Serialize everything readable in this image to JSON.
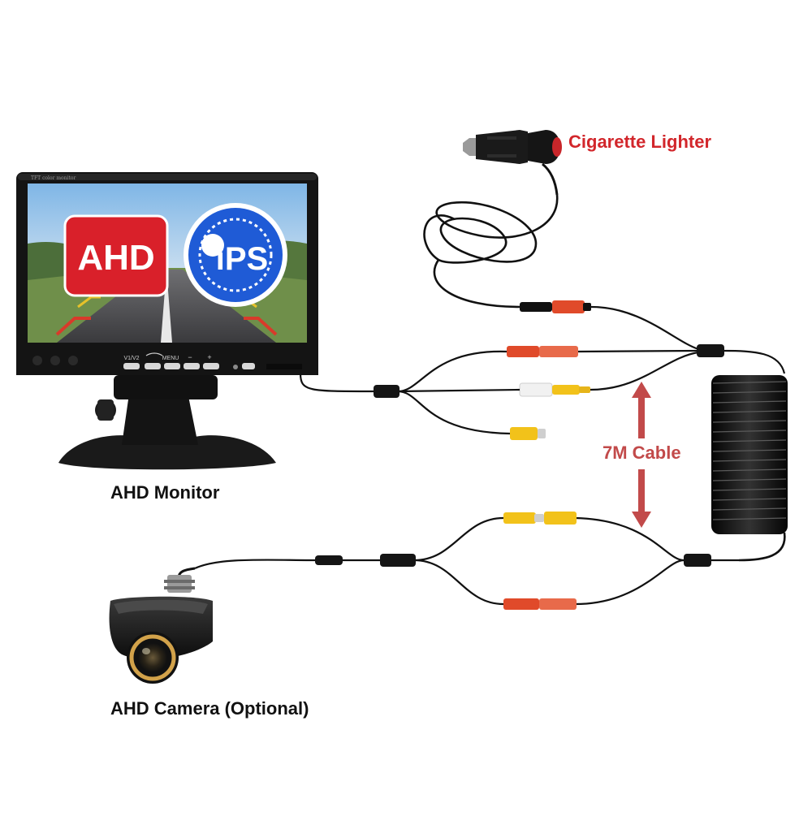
{
  "labels": {
    "monitor": "AHD Monitor",
    "camera": "AHD Camera (Optional)",
    "cigarette_lighter": "Cigarette Lighter",
    "cable_length": "7M Cable"
  },
  "monitor": {
    "bezel_text": "TFT color monitor",
    "badge_ahd": "AHD",
    "badge_ips": "iPS",
    "buttons": [
      "V1/V2",
      "",
      "MENU",
      "−",
      "+"
    ]
  },
  "colors": {
    "label_red": "#d2262b",
    "cable_black": "#111111",
    "connector_red": "#e04a2a",
    "connector_yellow": "#f2c21a",
    "connector_white": "#f1f1f1",
    "ahd_badge": "#d9202a",
    "ips_badge": "#1f5bd6",
    "arrow_red": "#c24a4a"
  }
}
